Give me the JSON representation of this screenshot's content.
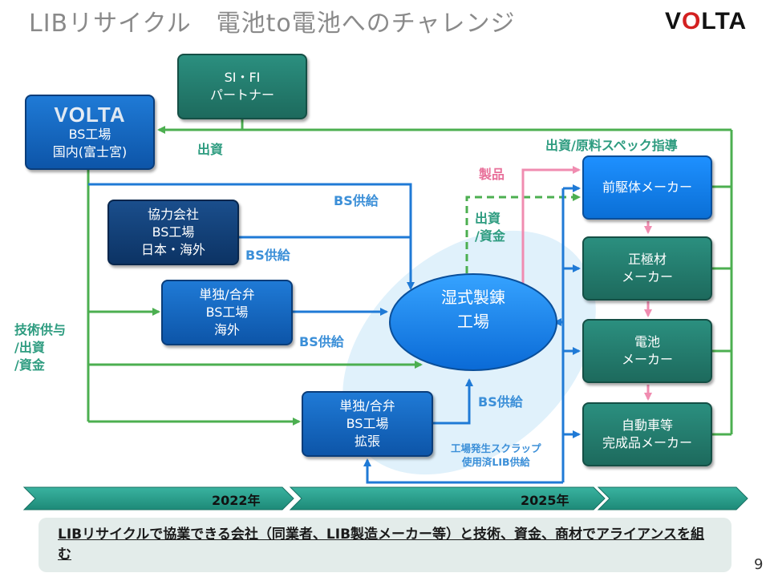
{
  "header": {
    "title": "LIBリサイクル　電池to電池へのチャレンジ",
    "logo": "VOLTA"
  },
  "boxes": {
    "si_fi": [
      "SI・FI",
      "パートナー"
    ],
    "volta": {
      "logo": "VOLTA",
      "lines": [
        "BS工場",
        "国内(富士宮)"
      ]
    },
    "kyoryoku": [
      "協力会社",
      "BS工場",
      "日本・海外"
    ],
    "tandoku_kaigai": [
      "単独/合弁",
      "BS工場",
      "海外"
    ],
    "tandoku_kakucho": [
      "単独/合弁",
      "BS工場",
      "拡張"
    ],
    "wet_plant": [
      "湿式製錬",
      "工場"
    ],
    "precursor": "前駆体メーカー",
    "cathode": [
      "正極材",
      "メーカー"
    ],
    "battery": [
      "電池",
      "メーカー"
    ],
    "automaker": [
      "自動車等",
      "完成品メーカー"
    ]
  },
  "labels": {
    "investment": "出資",
    "investment_spec": "出資/原料スペック指導",
    "bs_supply_1": "BS供給",
    "bs_supply_2": "BS供給",
    "bs_supply_3": "BS供給",
    "bs_supply_4": "BS供給",
    "product": "製品",
    "invest_fund": [
      "出資",
      "/資金"
    ],
    "tech_support": [
      "技術供与",
      "/出資",
      "/資金"
    ],
    "scrap": [
      "工場発生スクラップ",
      "使用済LIB供給"
    ]
  },
  "timeline": {
    "year_1": "2022年",
    "year_2": "2025年"
  },
  "footer": {
    "note": "LIBリサイクルで協業できる会社（同業者、LIB製造メーカー等）と技術、資金、商材でアライアンスを組む",
    "page": "9"
  },
  "colors": {
    "green_arrow": "#4caf50",
    "blue_arrow": "#1f7ad6",
    "pink_arrow": "#f08cb0",
    "teal_box": "#1d6a5d",
    "blue_box": "#0d55a8"
  }
}
